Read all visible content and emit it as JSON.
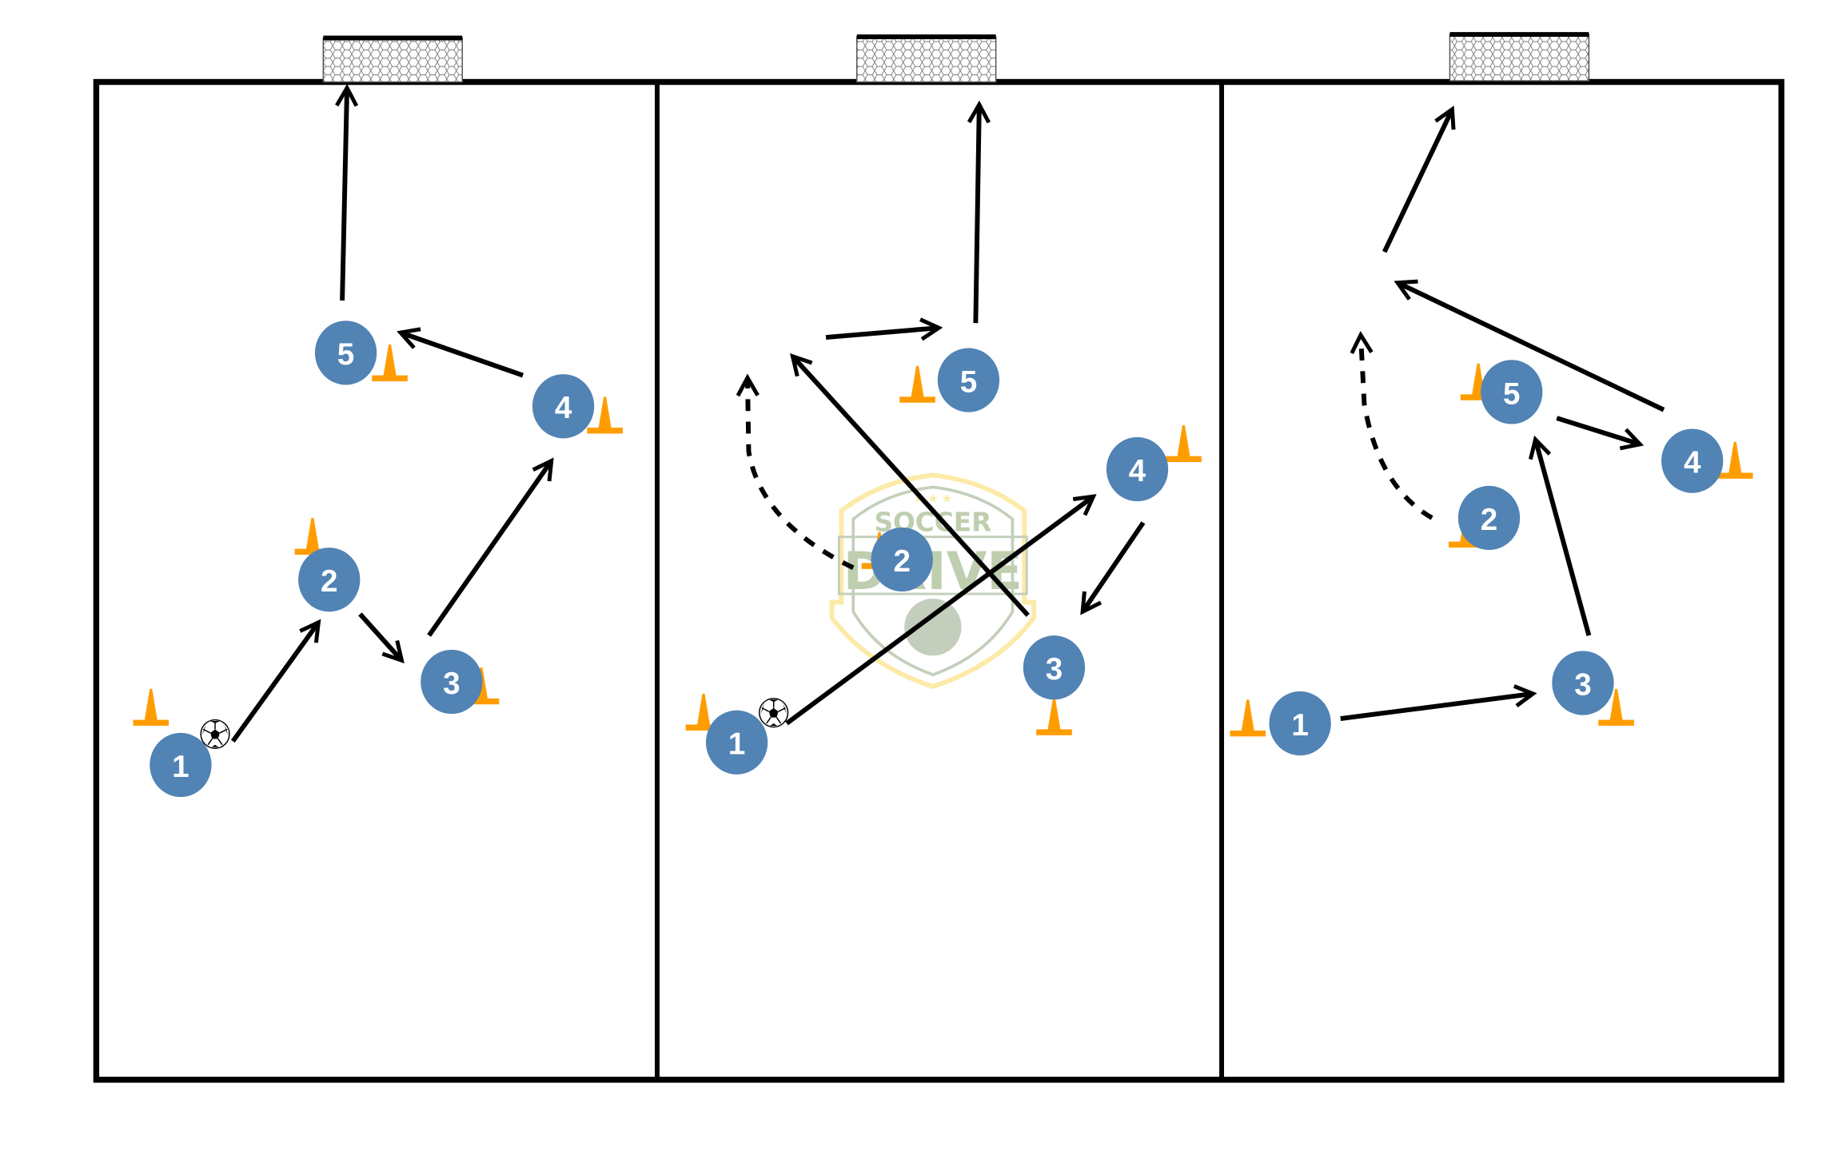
{
  "diagram": {
    "title": "Soccer passing drill - three progressions",
    "colors": {
      "player": "#5183B5",
      "player_text": "#ffffff",
      "cone": "#FF9D00",
      "line": "#000000",
      "watermark_text": "#B3C6A2",
      "watermark_outline": "#FCE79A"
    },
    "watermark": {
      "line1": "SOCCER",
      "line2": "DRIVE"
    },
    "panels": [
      {
        "id": "panel-1",
        "players": [
          {
            "label": "1",
            "has_ball": true
          },
          {
            "label": "2"
          },
          {
            "label": "3"
          },
          {
            "label": "4"
          },
          {
            "label": "5"
          }
        ],
        "movements": [
          {
            "from": "1",
            "to": "2",
            "type": "pass"
          },
          {
            "from": "2",
            "to": "3",
            "type": "pass"
          },
          {
            "from": "3",
            "to": "4",
            "type": "pass"
          },
          {
            "from": "4",
            "to": "5",
            "type": "pass"
          },
          {
            "from": "5",
            "to": "goal",
            "type": "shot"
          }
        ]
      },
      {
        "id": "panel-2",
        "players": [
          {
            "label": "1",
            "has_ball": true
          },
          {
            "label": "2"
          },
          {
            "label": "3"
          },
          {
            "label": "4"
          },
          {
            "label": "5"
          }
        ],
        "movements": [
          {
            "from": "1",
            "to": "4",
            "type": "pass"
          },
          {
            "from": "4",
            "to": "3",
            "type": "pass"
          },
          {
            "from": "3",
            "to": "space",
            "type": "pass"
          },
          {
            "from": "2",
            "to": "space",
            "type": "run"
          },
          {
            "from": "space",
            "to": "5",
            "type": "pass"
          },
          {
            "from": "5",
            "to": "goal",
            "type": "shot"
          }
        ]
      },
      {
        "id": "panel-3",
        "players": [
          {
            "label": "1"
          },
          {
            "label": "2"
          },
          {
            "label": "3"
          },
          {
            "label": "4"
          },
          {
            "label": "5"
          }
        ],
        "movements": [
          {
            "from": "1",
            "to": "3",
            "type": "pass"
          },
          {
            "from": "3",
            "to": "5",
            "type": "pass"
          },
          {
            "from": "5",
            "to": "4",
            "type": "pass"
          },
          {
            "from": "4",
            "to": "space",
            "type": "pass"
          },
          {
            "from": "2",
            "to": "space",
            "type": "run"
          },
          {
            "from": "space",
            "to": "goal",
            "type": "shot"
          }
        ]
      }
    ]
  }
}
